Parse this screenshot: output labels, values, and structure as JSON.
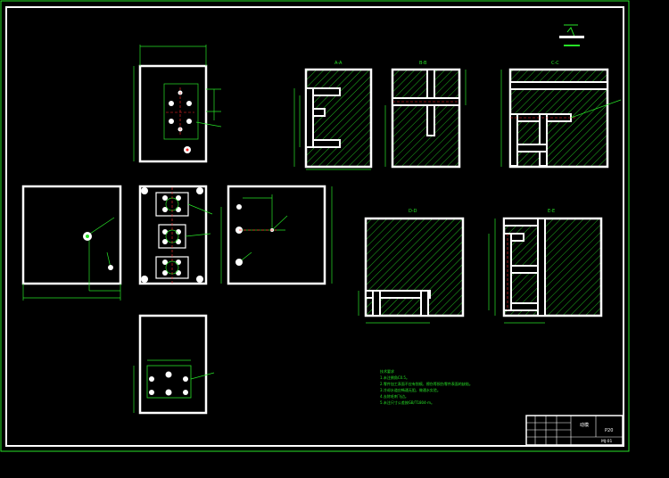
{
  "drawing": {
    "colors": {
      "background": "#000000",
      "outline": "#ffffff",
      "dimension": "#27e227",
      "hatch": "#27e227",
      "centerline": "#ff2a2a",
      "sheet_border": "#27e227"
    }
  },
  "section_labels": {
    "aa": "A-A",
    "bb": "B-B",
    "cc": "C-C",
    "dd": "D-D",
    "ee": "E-E"
  },
  "technical_notes": {
    "heading": "技术要求",
    "lines": [
      "1.未注倒角C0.5。",
      "2.零件加工表面不应有划痕、擦伤等损伤零件表面的缺陷。",
      "3.冷却水道应畅通无阻，做通水实验。",
      "4.去除毛刺飞边。",
      "5.未注尺寸公差按GB/T1804-m。"
    ]
  },
  "title_block": {
    "part_name": "动模",
    "material": "P20",
    "drawing_no": "MJ-01"
  }
}
